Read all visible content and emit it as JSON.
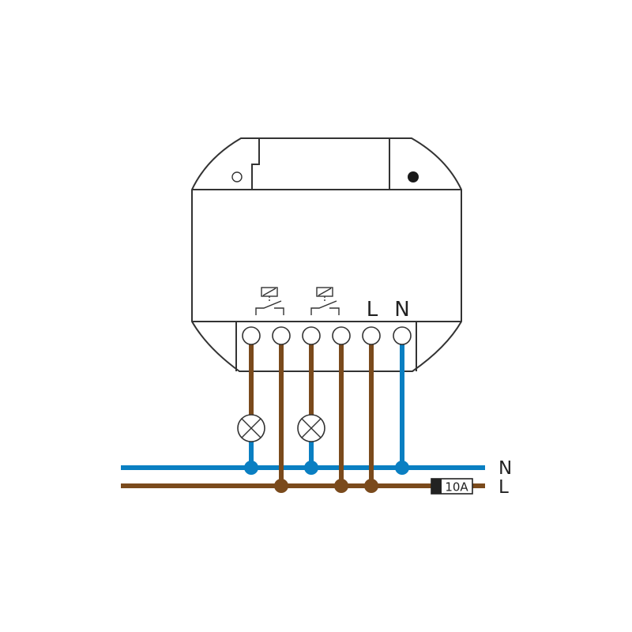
{
  "colors": {
    "live": "#7a4a1c",
    "neutral": "#0a7fc2",
    "outline": "#333333",
    "dot": "#1a1a1a"
  },
  "terminals": {
    "live_label": "L",
    "neutral_label": "N"
  },
  "lines": {
    "neutral_label": "N",
    "live_label": "L"
  },
  "fuse": {
    "rating": "10A"
  },
  "icons": {
    "relay": "relay-switch-icon",
    "lamp": "lamp-icon",
    "led": "status-led-icon",
    "button": "service-button-icon"
  }
}
